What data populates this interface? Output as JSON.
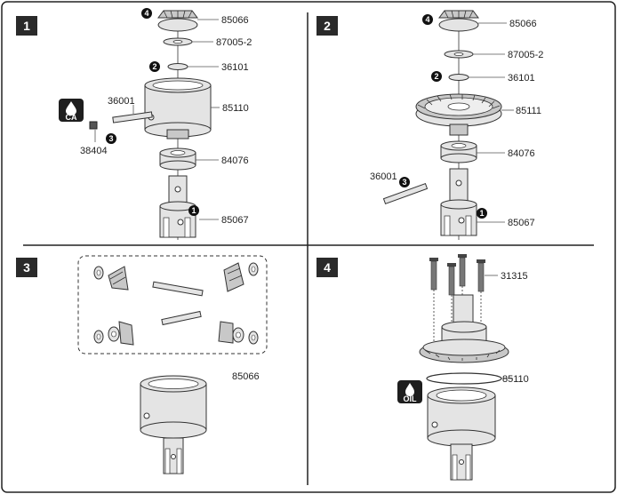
{
  "steps": [
    {
      "number": "1",
      "labels": [
        "85066",
        "87005-2",
        "36101",
        "36001",
        "85110",
        "38404",
        "84076",
        "85067"
      ],
      "callouts": [
        "4",
        "2",
        "3",
        "1"
      ],
      "badge": "CA"
    },
    {
      "number": "2",
      "labels": [
        "85066",
        "87005-2",
        "36101",
        "85111",
        "84076",
        "36001",
        "85067"
      ],
      "callouts": [
        "4",
        "2",
        "3",
        "1"
      ]
    },
    {
      "number": "3",
      "labels": [
        "85066"
      ]
    },
    {
      "number": "4",
      "labels": [
        "31315",
        "85110"
      ],
      "badge": "OIL"
    }
  ]
}
